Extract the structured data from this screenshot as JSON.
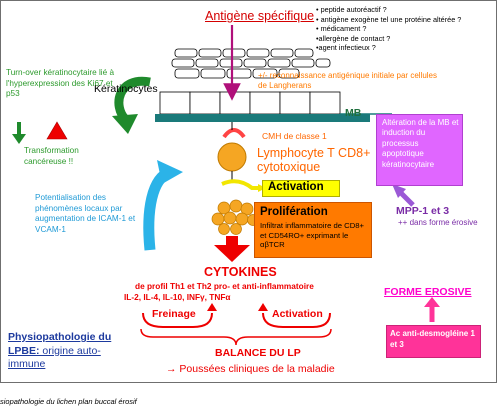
{
  "antigen": {
    "title": "Antigène spécifique",
    "candidates": [
      "• peptide autoréactif ?",
      "• antigène exogène tel une protéine altérée ?",
      "• médicament ?",
      "•allergène de contact ?",
      "•agent infectieux ?"
    ]
  },
  "recognition": "+/- reconnaissance antigénique initiale par cellules de Langherans",
  "keratinocytes": "Kératinocytes",
  "membrane": "MB",
  "turnover": "Turn-over kératinocytaire lié à l'hyperexpression des Ki67 et p53",
  "transformation": "Transformation cancéreuse !!",
  "cmh": "CMH de classe 1",
  "lymphocyte": "Lymphocyte T CD8+ cytotoxique",
  "activation": "Activation",
  "potentiation": "Potentialisation des phénomènes locaux par augmentation de ICAM-1 et VCAM-1",
  "proliferation": {
    "title": "Prolifération",
    "text": "Infiltrat inflammatoire de CD8+ et CD54RO+ exprimant le αβTCR"
  },
  "alteration": "Altération de la MB et induction du processus apoptotique kératinocytaire",
  "mpp": {
    "title": "MPP-1 et 3",
    "sub": "++ dans forme érosive"
  },
  "cytokines": {
    "title": "CYTOKINES",
    "line1": "de profil Th1 et Th2 pro- et anti-inflammatoire",
    "line2": "IL-2, IL-4, IL-10, INFγ, TNFα"
  },
  "freinage": "Freinage",
  "activation_balance": "Activation",
  "balance": "BALANCE DU LP",
  "poussees": "→ Poussées cliniques de la maladie",
  "erosive": "FORME EROSIVE",
  "anti_desmo": "Ac anti-desmogléine 1 et 3",
  "physio": {
    "bold": "Physiopathologie du LPBE:",
    "rest": " origine auto-immune"
  },
  "caption": "siopathologie du lichen plan buccal érosif",
  "colors": {
    "red": "#ee0000",
    "green": "#2c9a2c",
    "orange": "#ff7a00",
    "violet": "#e066ff",
    "blue": "#1f9ad6",
    "pink": "#ff3399",
    "yellow": "#ffff00"
  }
}
